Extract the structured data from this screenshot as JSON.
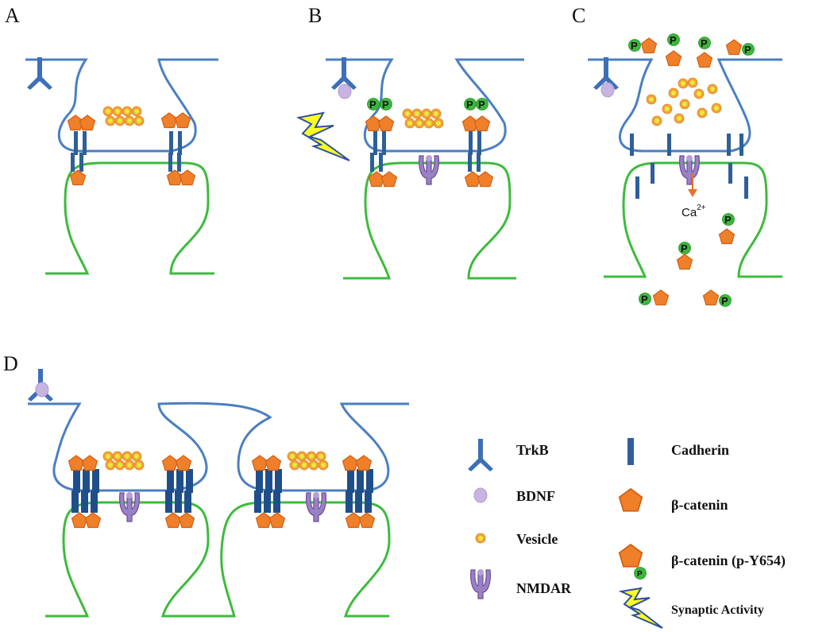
{
  "panels": {
    "a": "A",
    "b": "B",
    "c": "C",
    "d": "D"
  },
  "phospho_label": "P",
  "calcium": {
    "base": "Ca",
    "superscript": "2+"
  },
  "legend": {
    "trkb": "TrkB",
    "bdnf": "BDNF",
    "vesicle": "Vesicle",
    "nmdar": "NMDAR",
    "cadherin": "Cadherin",
    "beta_catenin": "β-catenin",
    "beta_catenin_phospho": "β-catenin (p-Y654)",
    "synaptic_activity": "Synaptic Activity"
  },
  "colors": {
    "presynaptic_membrane": "#4a7fc1",
    "postsynaptic_membrane": "#3dbb3d",
    "beta_catenin": "#f07f2a",
    "phospho": "#3cb83c",
    "vesicle_fill": "#f3a33c",
    "vesicle_core": "#e8ea3a",
    "cadherin": "#2d5f98",
    "trkb": "#3d6fb8",
    "bdnf": "#c8b4e0",
    "nmdar": "#9a80c4",
    "lightning": "#ffff22"
  }
}
